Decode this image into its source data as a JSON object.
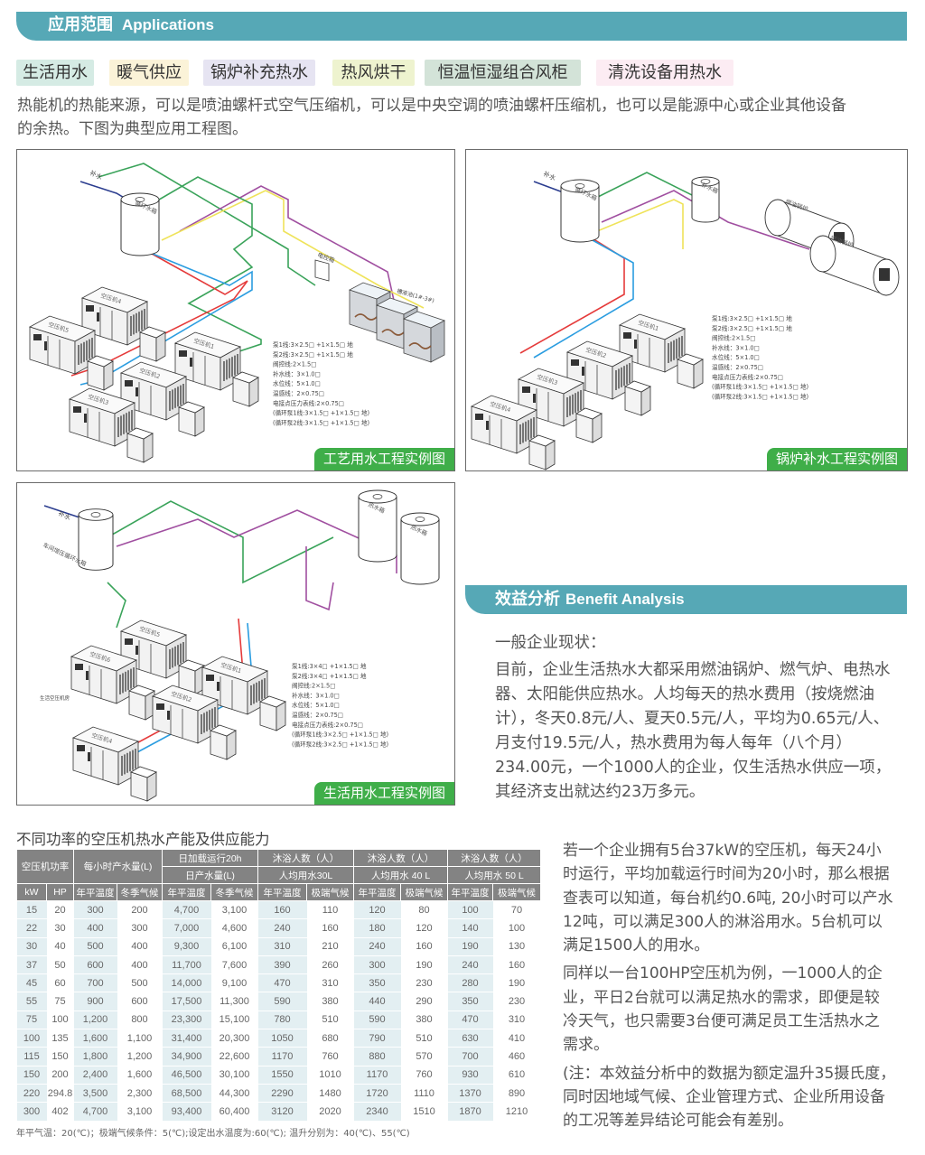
{
  "applications": {
    "title_cn": "应用范围",
    "title_en": "Applications",
    "tags": [
      {
        "label": "生活用水",
        "color": "#d5ebe4"
      },
      {
        "label": "暖气供应",
        "color": "#fbf3d8"
      },
      {
        "label": "锅炉补充热水",
        "color": "#e6e4f2"
      },
      {
        "label": "热风烘干",
        "color": "#eef3cf"
      },
      {
        "label": "恒温恒湿组合风柜",
        "color": "#d3e3d8"
      },
      {
        "label": "清洗设备用热水",
        "color": "#fcecf3"
      }
    ],
    "intro_lines": [
      "热能机的热能来源，可以是喷油螺杆式空气压缩机，可以是中央空调的喷油螺杆压缩机，也可以是能源中心或企业其他设备",
      "的余热。下图为典型应用工程图。"
    ]
  },
  "diagrams": [
    {
      "caption": "工艺用水工程实例图",
      "machines": [
        "空压机4",
        "空压机5",
        "空压机1",
        "空压机2",
        "空压机3"
      ],
      "tank": "循环水箱",
      "makeup": "补水",
      "control": "电控箱",
      "bath": "槽液池(1#-3#)",
      "specs": [
        "泵1线:3×2.5□ +1×1.5□ 地",
        "泵2线:3×2.5□ +1×1.5□ 地",
        "阀控线:2×1.5□",
        "补水线：3×1.0□",
        "水位线：5×1.0□",
        "温感线：2×0.75□",
        "电接点压力表线:2×0.75□",
        "(循环泵1线:3×1.5□ +1×1.5□ 地)",
        "(循环泵2线:3×1.5□ +1×1.5□ 地)"
      ]
    },
    {
      "caption": "锅炉补水工程实例图",
      "machines": [
        "空压机1",
        "空压机2",
        "空压机3",
        "空压机4"
      ],
      "tank": "循环水箱",
      "makeup": "补水",
      "tank2": "补水箱",
      "boilers": [
        "燃油锅炉",
        "燃油锅炉"
      ],
      "specs": [
        "泵1线:3×2.5□ +1×1.5□ 地",
        "泵2线:3×2.5□ +1×1.5□ 地",
        "阀控线:2×1.5□",
        "补水线：3×1.0□",
        "水位线：5×1.0□",
        "温感线：2×0.75□",
        "电接点压力表线:2×0.75□",
        "(循环泵1线:3×1.5□ +1×1.5□ 地)",
        "(循环泵2线:3×1.5□ +1×1.5□ 地)"
      ]
    },
    {
      "caption": "生活用水工程实例图",
      "machines": [
        "空压机5",
        "空压机6",
        "空压机1",
        "空压机2",
        "空压机4"
      ],
      "tank": "车间增压循环水箱",
      "makeup": "补水",
      "hot_tanks": [
        "热水箱",
        "热水箱"
      ],
      "room": "生活空压机房",
      "specs": [
        "泵1线:3×4□ +1×1.5□ 地",
        "泵2线:3×4□ +1×1.5□ 地",
        "阀控线:2×1.5□",
        "补水线：3×1.0□",
        "水位线：5×1.0□",
        "温感线：2×0.75□",
        "电接点压力表线:2×0.75□",
        "(循环泵1线:3×2.5□ +1×1.5□ 地)",
        "(循环泵2线:3×2.5□ +1×1.5□ 地)"
      ]
    }
  ],
  "benefit": {
    "title_cn": "效益分析",
    "title_en": "Benefit Analysis",
    "subtitle": "一般企业现状：",
    "lines": [
      "目前，企业生活热水大都采用燃油锅炉、燃气炉、电热水",
      "器、太阳能供应热水。人均每天的热水费用（按烧燃油",
      "计），冬天0.8元/人、夏天0.5元/人，平均为0.65元/人、",
      "月支付19.5元/人，热水费用为每人每年（八个月）",
      "234.00元，一个1000人的企业，仅生活热水供应一项，",
      "其经济支出就达约23万多元。"
    ],
    "paragraphs": [
      [
        "若一个企业拥有5台37kW的空压机，每天24小",
        "时运行，平均加载运行时间为20小时，那么根据",
        "查表可以知道，每台机约0.6吨, 20小时可以产水",
        "12吨，可以满足300人的淋浴用水。5台机可以",
        "满足1500人的用水。"
      ],
      [
        "同样以一台100HP空压机为例，一1000人的企",
        "业，平日2台就可以满足热水的需求，即便是较",
        "冷天气，也只需要3台便可满足员工生活热水之",
        "需求。"
      ],
      [
        "(注：本效益分析中的数据为额定温升35摄氏度，",
        "同时因地域气候、企业管理方式、企业所用设备",
        "的工况等差异结论可能会有差别。"
      ]
    ]
  },
  "table": {
    "title": "不同功率的空压机热水产能及供应能力",
    "header1": [
      "空压机功率",
      "每小时产水量(L)",
      "日加载运行20h",
      "沐浴人数（人）",
      "沐浴人数（人）",
      "沐浴人数（人）"
    ],
    "header2": [
      "日产水量(L)",
      "人均用水30L",
      "人均用水 40 L",
      "人均用水 50 L"
    ],
    "header3": [
      "kW",
      "HP",
      "年平温度",
      "冬季气候",
      "年平温度",
      "冬季气候",
      "年平温度",
      "极端气候",
      "年平温度",
      "极端气候",
      "年平温度",
      "极端气候"
    ],
    "rows": [
      [
        "15",
        "20",
        "300",
        "200",
        "4,700",
        "3,100",
        "160",
        "110",
        "120",
        "80",
        "100",
        "70"
      ],
      [
        "22",
        "30",
        "400",
        "300",
        "7,000",
        "4,600",
        "240",
        "160",
        "180",
        "120",
        "140",
        "100"
      ],
      [
        "30",
        "40",
        "500",
        "400",
        "9,300",
        "6,100",
        "310",
        "210",
        "240",
        "160",
        "190",
        "130"
      ],
      [
        "37",
        "50",
        "600",
        "400",
        "11,700",
        "7,600",
        "390",
        "260",
        "300",
        "190",
        "240",
        "160"
      ],
      [
        "45",
        "60",
        "700",
        "500",
        "14,000",
        "9,100",
        "470",
        "310",
        "350",
        "230",
        "280",
        "190"
      ],
      [
        "55",
        "75",
        "900",
        "600",
        "17,500",
        "11,300",
        "590",
        "380",
        "440",
        "290",
        "350",
        "230"
      ],
      [
        "75",
        "100",
        "1,200",
        "800",
        "23,300",
        "15,100",
        "780",
        "510",
        "590",
        "380",
        "470",
        "310"
      ],
      [
        "100",
        "135",
        "1,600",
        "1,100",
        "31,400",
        "20,300",
        "1050",
        "680",
        "790",
        "510",
        "630",
        "410"
      ],
      [
        "115",
        "150",
        "1,800",
        "1,200",
        "34,900",
        "22,600",
        "1170",
        "760",
        "880",
        "570",
        "700",
        "460"
      ],
      [
        "150",
        "200",
        "2,400",
        "1,600",
        "46,500",
        "30,100",
        "1550",
        "1010",
        "1170",
        "760",
        "930",
        "610"
      ],
      [
        "220",
        "294.8",
        "3,500",
        "2,300",
        "68,500",
        "44,300",
        "2290",
        "1480",
        "1720",
        "1110",
        "1370",
        "890"
      ],
      [
        "300",
        "402",
        "4,700",
        "3,100",
        "93,400",
        "60,400",
        "3120",
        "2020",
        "2340",
        "1510",
        "1870",
        "1210"
      ]
    ],
    "footnote": "年平气温：20(℃)；极端气候条件：5(℃);设定出水温度为:60(℃); 温升分别为：40(℃)、55(℃)"
  },
  "colors": {
    "accent": "#56a8b6",
    "caption": "#3fae49",
    "header": "#838383",
    "stripe": "#e3eff2"
  }
}
